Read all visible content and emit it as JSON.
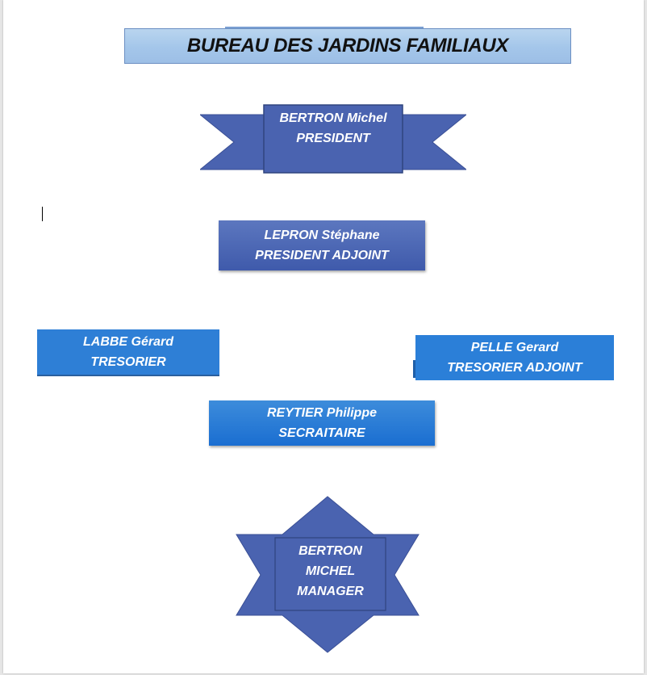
{
  "document": {
    "title": "BUREAU DES JARDINS FAMILIAUX"
  },
  "members": {
    "president": {
      "name": "BERTRON Michel",
      "role": "PRESIDENT"
    },
    "vice_president": {
      "name": "LEPRON Stéphane",
      "role": "PRESIDENT ADJOINT"
    },
    "treasurer": {
      "name": "LABBE Gérard",
      "role": "TRESORIER"
    },
    "assistant_treasurer": {
      "name": "PELLE Gerard",
      "role": "TRESORIER ADJOINT"
    },
    "secretary": {
      "name": "REYTIER Philippe",
      "role": "SECRAITAIRE"
    },
    "manager": {
      "line1": "BERTRON",
      "line2": "MICHEL",
      "line3": "MANAGER"
    }
  },
  "colors": {
    "ribbon": "#4a63b0",
    "star": "#4a63b0",
    "title_fill": "#a4c6ea",
    "box_blue": "#2e7fd6"
  }
}
